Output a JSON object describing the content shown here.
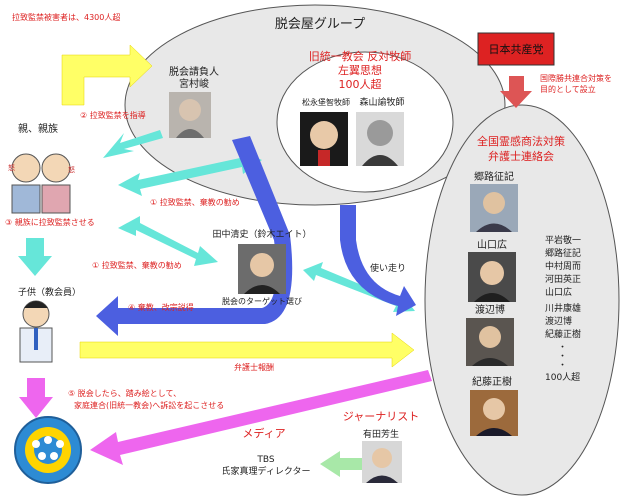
{
  "labels": {
    "victims_count": "拉致監禁被害者は、4300人超",
    "group_title": "脱会屋グループ",
    "contractor_title": "脱会請負人",
    "contractor_name": "宮村峻",
    "pastor_line1": "旧統一教会 反対牧師",
    "pastor_line2": "左翼思想",
    "pastor_line3": "100人超",
    "pastor_a": "松永堡智牧師",
    "pastor_b": "森山諭牧師",
    "party": "日本共産党",
    "party_note_1": "国際勝共連合対策を",
    "party_note_2": "目的として設立",
    "parents": "親、親族",
    "lawyers_title_1": "全国霊感商法対策",
    "lawyers_title_2": "弁護士連絡会",
    "lawyer_1": "郷路征記",
    "lawyer_2": "山口広",
    "lawyer_3": "渡辺博",
    "lawyer_4": "紀藤正樹",
    "lawyer_list": [
      "平岩敬一",
      "郷路征記",
      "中村周而",
      "河田英正",
      "山口広",
      "",
      "川井康雄",
      "渡辺博",
      "紀藤正樹",
      "・",
      "・",
      "・",
      "100人超"
    ],
    "tanaka_name": "田中清史（鈴木エイト）",
    "tanaka_role": "脱会のターゲット選び",
    "errand": "使い走り",
    "child": "子供（教会員）",
    "fee": "弁護士報酬",
    "journalist_title": "ジャーナリスト",
    "journalist_name": "有田芳生",
    "media_title": "メディア",
    "tbs_1": "TBS",
    "tbs_2": "氏家真理ディレクター",
    "a2": "② 拉致監禁を指導",
    "a1": "① 拉致監禁、棄教の勧め",
    "a3": "③ 親族に拉致監禁させる",
    "a1b": "① 拉致監禁、棄教の勧め",
    "a4": "④ 棄教、改宗説得",
    "a5_1": "⑤ 脱会したら、踏み絵として、",
    "a5_2": "家庭連合(旧統一教会)へ訴訟を起こさせる"
  },
  "colors": {
    "red": "#dd2222",
    "yellow": "#ffff66",
    "cyan": "#66e6d9",
    "blue": "#4c5fe0",
    "magenta": "#ee66ee",
    "green": "#a8e8a8",
    "ellipse": "#e8e8e8"
  }
}
